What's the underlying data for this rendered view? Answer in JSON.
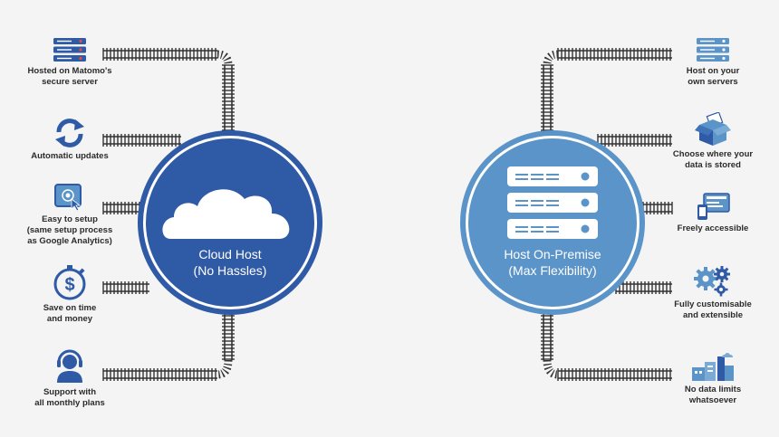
{
  "left_hub": {
    "title": "Cloud Host\n(No Hassles)",
    "color": "#2f5aa6"
  },
  "right_hub": {
    "title": "Host On-Premise\n(Max Flexibility)",
    "color": "#5a94c8"
  },
  "left_features": [
    {
      "label": "Hosted on Matomo's\nsecure server",
      "icon": "server-stack-icon"
    },
    {
      "label": "Automatic updates",
      "icon": "refresh-arrows-icon"
    },
    {
      "label": "Easy to setup\n(same setup process\nas Google Analytics)",
      "icon": "touch-screen-icon"
    },
    {
      "label": "Save on time\nand money",
      "icon": "stopwatch-dollar-icon"
    },
    {
      "label": "Support with\nall monthly plans",
      "icon": "support-headset-icon"
    }
  ],
  "right_features": [
    {
      "label": "Host on your\nown servers",
      "icon": "server-stack-icon"
    },
    {
      "label": "Choose where your\ndata is stored",
      "icon": "open-box-icon"
    },
    {
      "label": "Freely accessible",
      "icon": "devices-icon"
    },
    {
      "label": "Fully customisable\nand extensible",
      "icon": "gears-icon"
    },
    {
      "label": "No data limits\nwhatsoever",
      "icon": "city-buildings-icon"
    }
  ],
  "colors": {
    "track": "#333333",
    "icon_dark": "#2f5aa6",
    "icon_light": "#5a94c8"
  }
}
